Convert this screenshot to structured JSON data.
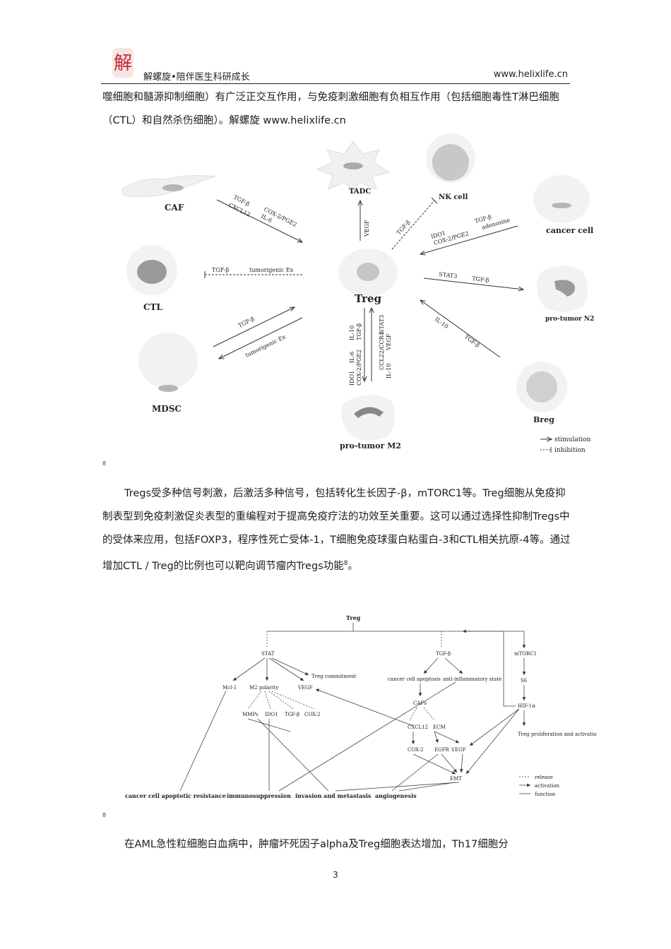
{
  "header": {
    "logo_char": "解",
    "title": "解螺旋•陪伴医生科研成长",
    "url": "www.helixlife.cn"
  },
  "paragraphs": {
    "p1": "噬细胞和髓源抑制细胞）有广泛正交互作用，与免疫刺激细胞有负相互作用（包括细胞毒性T淋巴细胞（CTL）和自然杀伤细胞）。解螺旋 www.helixlife.cn",
    "p2": "Tregs受多种信号刺激，后激活多种信号，包括转化生长因子-β，mTORC1等。Treg细胞从免疫抑制表型到免疫刺激促炎表型的重编程对于提高免疫疗法的功效至关重要。这可以通过选择性抑制Tregs中的受体来应用，包括FOXP3，程序性死亡受体-1，T细胞免疫球蛋白粘蛋白-3和CTL相关抗原-4等。通过增加CTL / Treg的比例也可以靶向调节瘤内Tregs功能",
    "p2_ref": "8",
    "p2_end": "。",
    "p3": "在AML急性粒细胞白血病中，肿瘤坏死因子alpha及Treg细胞表达增加，Th17细胞分"
  },
  "figure1": {
    "ref": "8",
    "cells": {
      "caf": "CAF",
      "tadc": "TADC",
      "nk": "NK cell",
      "cancer": "cancer cell",
      "ctl": "CTL",
      "treg": "Treg",
      "n2": "pro-tumor N2",
      "mdsc": "MDSC",
      "breg": "Breg",
      "m2": "pro-tumor M2"
    },
    "labels": {
      "caf_a": "TGF-β",
      "caf_b": "CXCL12",
      "caf_c": "COX-2/PGE2",
      "caf_d": "IL-6",
      "vegf_tadc": "VEGF",
      "tgf_nk": "TGF-β",
      "cancer_a": "TGF-β",
      "cancer_b": "adenosine",
      "cancer_c": "IDO1",
      "cancer_d": "COX-2/PGE2",
      "ctl_a": "TGF-β",
      "ctl_b": "tumorigenic Ex",
      "n2_a": "STAT3",
      "n2_b": "TGF-β",
      "mdsc_a": "TGF-β",
      "mdsc_b": "tumorigenic Ex",
      "breg_a": "IL-10",
      "breg_b": "TGF-β",
      "m2_a": "IL-10",
      "m2_b": "IL-6",
      "m2_c": "IDO1",
      "m2_d": "TGF-β",
      "m2_e": "COX-2/PGE2",
      "m2_f": "STAT3",
      "m2_g": "CCL22/CCR4",
      "m2_h": "VEGF",
      "m2_i": "IL-10"
    },
    "legend": {
      "stimulation": "stimulation",
      "inhibition": "inhibition"
    }
  },
  "figure2": {
    "ref": "8",
    "nodes": {
      "treg": "Treg",
      "stat": "STAT",
      "tgfb": "TGF-β",
      "mtorc1": "mTORC1",
      "mcl1": "Mcl-1",
      "m2": "M2 polarity",
      "vegf1": "VEGF",
      "treg_commit": "Treg commitment",
      "mmps": "MMPs",
      "ido1": "IDO1",
      "tgfb2": "TGF-β",
      "cox2a": "COX-2",
      "apoptosis": "cancer cell apoptosis",
      "antiinf": "anti-inflammatory state",
      "cafs": "CAFs",
      "cxcl12": "CXCL12",
      "ecm": "ECM",
      "cox2b": "COX-2",
      "egfr": "EGFR",
      "vegf2": "VEGF",
      "emt": "EMT",
      "s6": "S6",
      "hif": "HIF-1α",
      "prolif": "Treg proliferation and activation",
      "out1": "cancer cell apoptotic resistance",
      "out2": "immunosuppression",
      "out3": "invasion and metastasis",
      "out4": "angiogenesis"
    },
    "legend": {
      "release": "release",
      "activation": "activation",
      "function": "function"
    }
  },
  "page_number": "3"
}
